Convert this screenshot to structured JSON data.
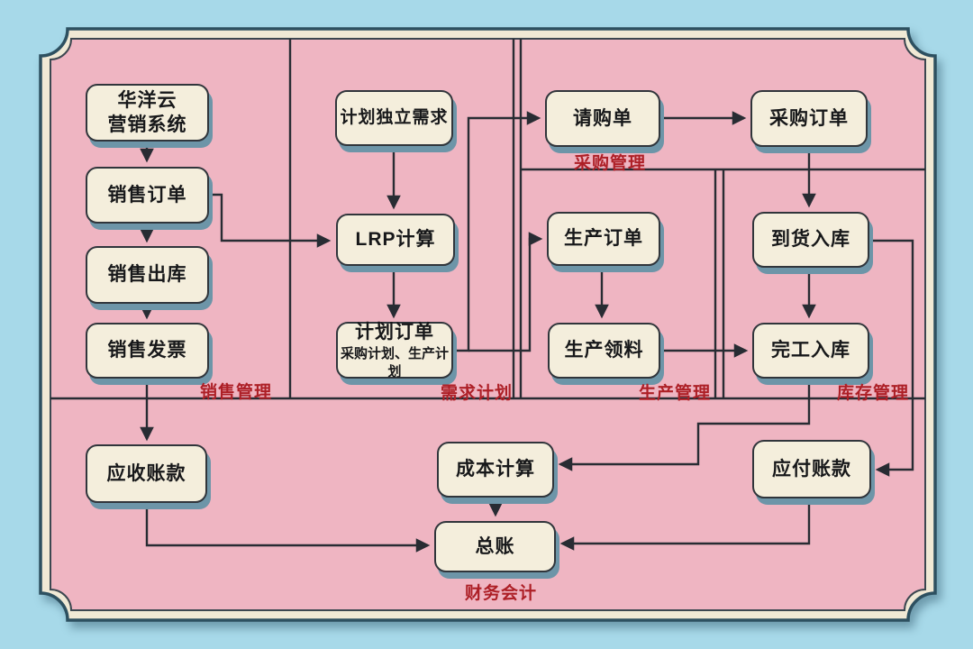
{
  "colors": {
    "background": "#a7d9e9",
    "panel": "#efb5c2",
    "frame_band": "#f0e9d5",
    "frame_stroke": "#2d5060",
    "node_fill": "#f4eedc",
    "node_border": "#30353b",
    "node_shadow": "#6d95a8",
    "connector_line": "#282c33",
    "section_label": "#ad1f26",
    "node_text": "#17181a"
  },
  "nodes": [
    {
      "id": "sales-system",
      "label": "华洋云",
      "label2": "营销系统"
    },
    {
      "id": "sales-order",
      "label": "销售订单"
    },
    {
      "id": "sales-outbound",
      "label": "销售出库"
    },
    {
      "id": "sales-invoice",
      "label": "销售发票"
    },
    {
      "id": "planned-demand",
      "label": "计划独立需求"
    },
    {
      "id": "lrp-calculation",
      "label": "LRP计算"
    },
    {
      "id": "planned-order",
      "label": "计划订单",
      "sub": "采购计划、生产计划"
    },
    {
      "id": "purchase-request",
      "label": "请购单"
    },
    {
      "id": "purchase-order",
      "label": "采购订单"
    },
    {
      "id": "production-order",
      "label": "生产订单"
    },
    {
      "id": "goods-receipt",
      "label": "到货入库"
    },
    {
      "id": "material-issue",
      "label": "生产领料"
    },
    {
      "id": "finished-goods",
      "label": "完工入库"
    },
    {
      "id": "accounts-receivable",
      "label": "应收账款"
    },
    {
      "id": "cost-calculation",
      "label": "成本计算"
    },
    {
      "id": "accounts-payable",
      "label": "应付账款"
    },
    {
      "id": "general-ledger",
      "label": "总账"
    }
  ],
  "sections": [
    {
      "id": "sales",
      "label": "销售管理"
    },
    {
      "id": "demand",
      "label": "需求计划"
    },
    {
      "id": "purchase",
      "label": "采购管理"
    },
    {
      "id": "production",
      "label": "生产管理"
    },
    {
      "id": "inventory",
      "label": "库存管理"
    },
    {
      "id": "finance",
      "label": "财务会计"
    }
  ]
}
